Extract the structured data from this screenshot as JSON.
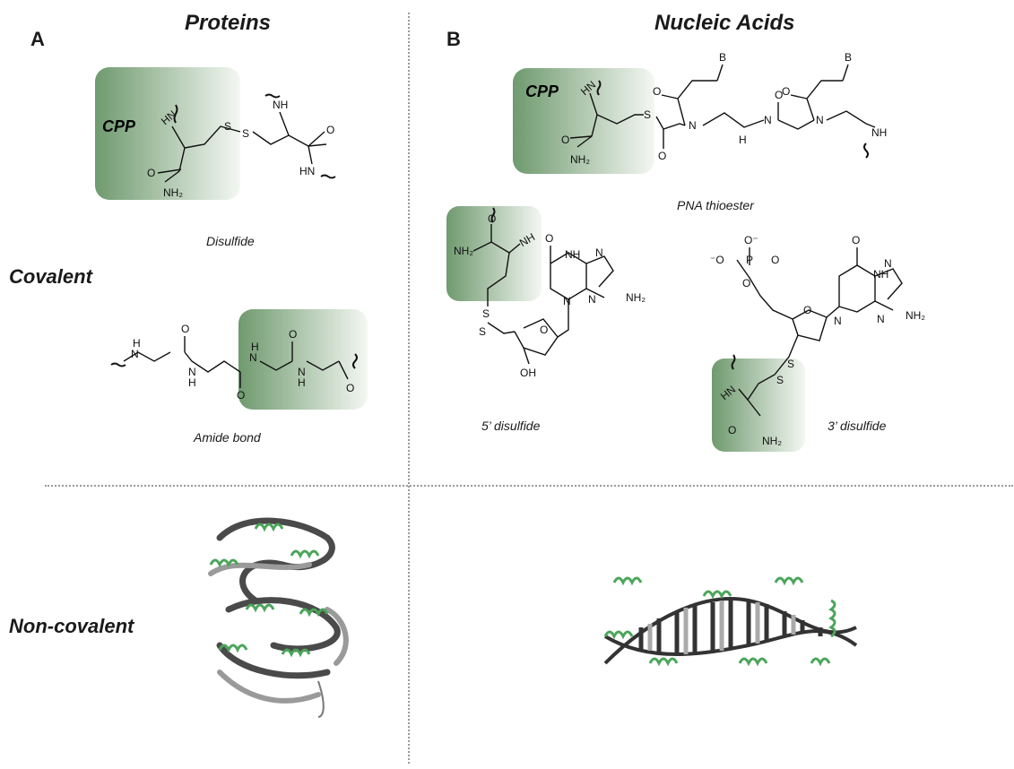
{
  "panels": {
    "a": "A",
    "b": "B"
  },
  "columns": {
    "proteins": "Proteins",
    "nucleic_acids": "Nucleic Acids"
  },
  "rows": {
    "covalent": "Covalent",
    "non_covalent": "Non-covalent"
  },
  "labels": {
    "cpp": "CPP"
  },
  "captions": {
    "disulfide": "Disulfide",
    "amide_bond": "Amide bond",
    "pna_thioester": "PNA thioester",
    "five_disulfide": "5’ disulfide",
    "three_disulfide": "3’ disulfide"
  },
  "atoms": {
    "S": "S",
    "NH": "NH",
    "HN": "HN",
    "NH2": "NH₂",
    "O": "O",
    "B": "B",
    "H": "H",
    "N": "N",
    "OH": "OH",
    "P": "P",
    "O_minus": "O⁻",
    "minus_O": "⁻O"
  },
  "colors": {
    "cpp_green": "#6f9a6e",
    "helix_green": "#4ba55a",
    "divider": "#9a9a9a",
    "protein_dark": "#4a4a4a",
    "protein_light": "#9a9a9a"
  }
}
